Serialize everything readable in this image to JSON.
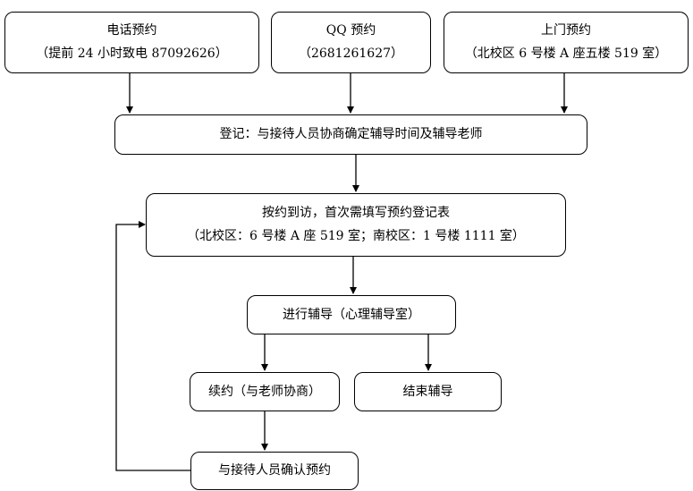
{
  "flowchart": {
    "phone": {
      "title": "电话预约",
      "detail": "（提前 24 小时致电 87092626）"
    },
    "qq": {
      "title": "QQ 预约",
      "detail": "（2681261627）"
    },
    "visit": {
      "title": "上门预约",
      "detail": "（北校区 6 号楼 A 座五楼 519 室）"
    },
    "register": {
      "text": "登记：与接待人员协商确定辅导时间及辅导老师"
    },
    "arrive": {
      "title": "按约到访，首次需填写预约登记表",
      "detail": "（北校区：6 号楼 A 座 519 室；南校区：1 号楼 1111 室）"
    },
    "counsel": {
      "text": "进行辅导（心理辅导室）"
    },
    "continue": {
      "text": "续约（与老师协商）"
    },
    "end": {
      "text": "结束辅导"
    },
    "confirm": {
      "text": "与接待人员确认预约"
    }
  },
  "colors": {
    "line": "#000000",
    "box_border": "#000000",
    "background": "#ffffff"
  }
}
